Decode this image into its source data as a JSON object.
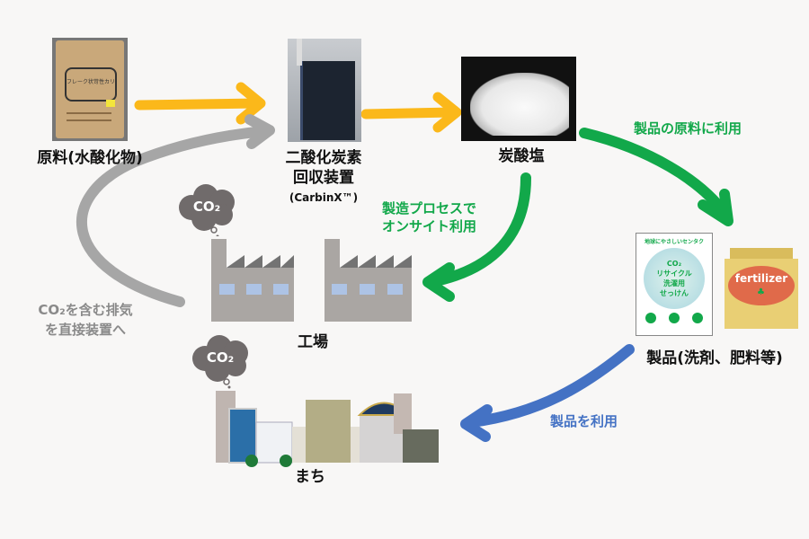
{
  "nodes": {
    "raw_material": {
      "label": "原料(水酸化物)",
      "image": "raw-material-bag",
      "bag_text": "フレーク状苛性カリ"
    },
    "capture_device": {
      "label_line1": "二酸化炭素",
      "label_line2": "回収装置",
      "label_line3": "(CarbinX™)",
      "image": "co2-capture-device"
    },
    "carbonate": {
      "label": "炭酸塩",
      "image": "carbonate-powder"
    },
    "products": {
      "label": "製品(洗剤、肥料等)",
      "detergent": {
        "title": "地球にやさしいセンタク",
        "line1": "CO₂",
        "line2": "リサイクル",
        "line3": "洗濯用",
        "line4": "せっけん"
      },
      "fertilizer": {
        "text": "fertilizer"
      }
    },
    "factory": {
      "label": "工場"
    },
    "town": {
      "label": "まち"
    }
  },
  "clouds": [
    {
      "text": "CO₂"
    },
    {
      "text": "CO₂"
    }
  ],
  "arrows": {
    "product_material": {
      "label": "製品の原料に利用",
      "color": "#12a84a"
    },
    "onsite": {
      "label_line1": "製造プロセスで",
      "label_line2": "オンサイト利用",
      "color": "#12a84a"
    },
    "exhaust": {
      "label_line1": "CO₂を含む排気",
      "label_line2": "を直接装置へ",
      "color": "#a6a6a6"
    },
    "product_use": {
      "label": "製品を利用",
      "color": "#4472c4"
    },
    "flow": {
      "color": "#fbb81a"
    }
  }
}
